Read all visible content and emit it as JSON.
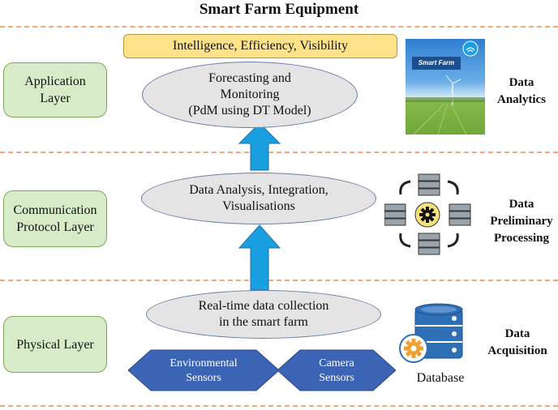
{
  "title": "Smart Farm Equipment",
  "layers": {
    "application": "Application Layer",
    "communication": "Communication Protocol Layer",
    "physical": "Physical Layer"
  },
  "banner": "Intelligence, Efficiency, Visibility",
  "ellipses": {
    "forecasting": [
      "Forecasting and",
      "Monitoring",
      "(PdM using DT Model)"
    ],
    "analysis": [
      "Data Analysis, Integration,",
      "Visualisations"
    ],
    "collection": [
      "Real-time data collection",
      "in the smart farm"
    ]
  },
  "sensors": {
    "environmental": [
      "Environmental",
      "Sensors"
    ],
    "camera": [
      "Camera",
      "Sensors"
    ]
  },
  "side_labels": {
    "analytics": [
      "Data",
      "Analytics"
    ],
    "preliminary": [
      "Data",
      "Preliminary",
      "Processing"
    ],
    "acquisition": [
      "Data",
      "Acquisition"
    ]
  },
  "smart_farm_image_label": "Smart Farm",
  "database_label": "Database",
  "colors": {
    "divider": "#f0a87a",
    "layer_fill": "#d7ebc8",
    "banner_fill": "#ffe28a",
    "arrow": "#1aa0e0",
    "hexagon": "#3c64b4",
    "database": "#2f6fb5",
    "gear": "#f0a030"
  },
  "icons": [
    "smart-farm-photo",
    "server-network-icon",
    "database-gear-icon"
  ]
}
